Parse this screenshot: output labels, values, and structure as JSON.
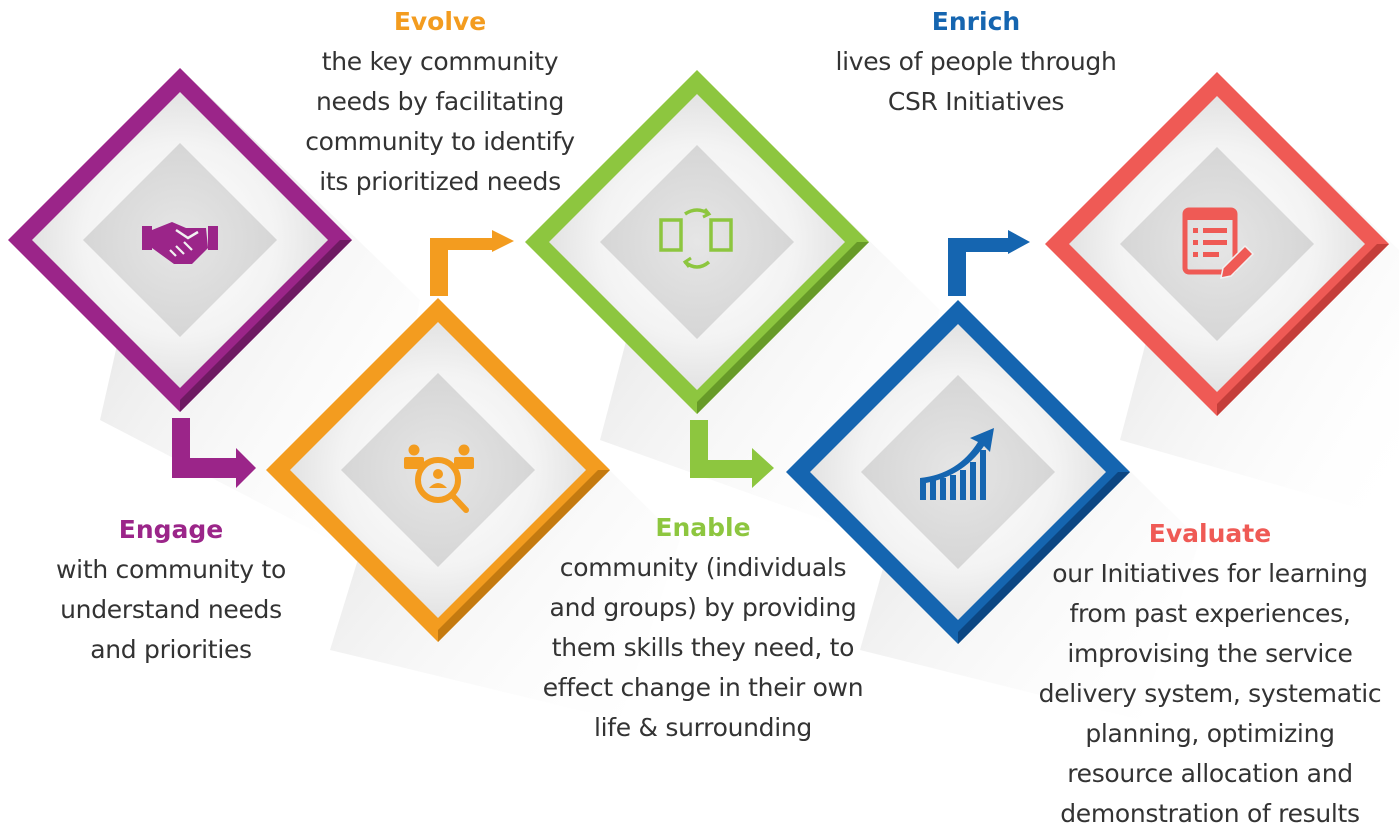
{
  "colors": {
    "engage": "#9B2589",
    "evolve": "#F39C1F",
    "enable": "#8DC63F",
    "enrich": "#1565B0",
    "evaluate": "#EF5A55",
    "body_text": "#333333"
  },
  "stages": [
    {
      "key": "engage",
      "title": "Engage",
      "lines": [
        "with community to",
        "understand needs",
        "and priorities"
      ],
      "icon": "handshake-icon"
    },
    {
      "key": "evolve",
      "title": "Evolve",
      "lines": [
        "the key community",
        "needs by facilitating",
        "community to identify",
        "its prioritized needs"
      ],
      "icon": "search-people-icon"
    },
    {
      "key": "enable",
      "title": "Enable",
      "lines": [
        "community (individuals",
        "and groups) by providing",
        "them skills they need, to",
        "effect change in their own",
        "life & surrounding"
      ],
      "icon": "exchange-documents-icon"
    },
    {
      "key": "enrich",
      "title": "Enrich",
      "lines": [
        "lives of people through",
        "CSR Initiatives"
      ],
      "icon": "growth-chart-icon"
    },
    {
      "key": "evaluate",
      "title": "Evaluate",
      "lines": [
        "our Initiatives for learning",
        "from past experiences,",
        "improvising the service",
        "delivery system, systematic",
        "planning, optimizing",
        "resource allocation and",
        "demonstration of results"
      ],
      "icon": "checklist-edit-icon"
    }
  ]
}
